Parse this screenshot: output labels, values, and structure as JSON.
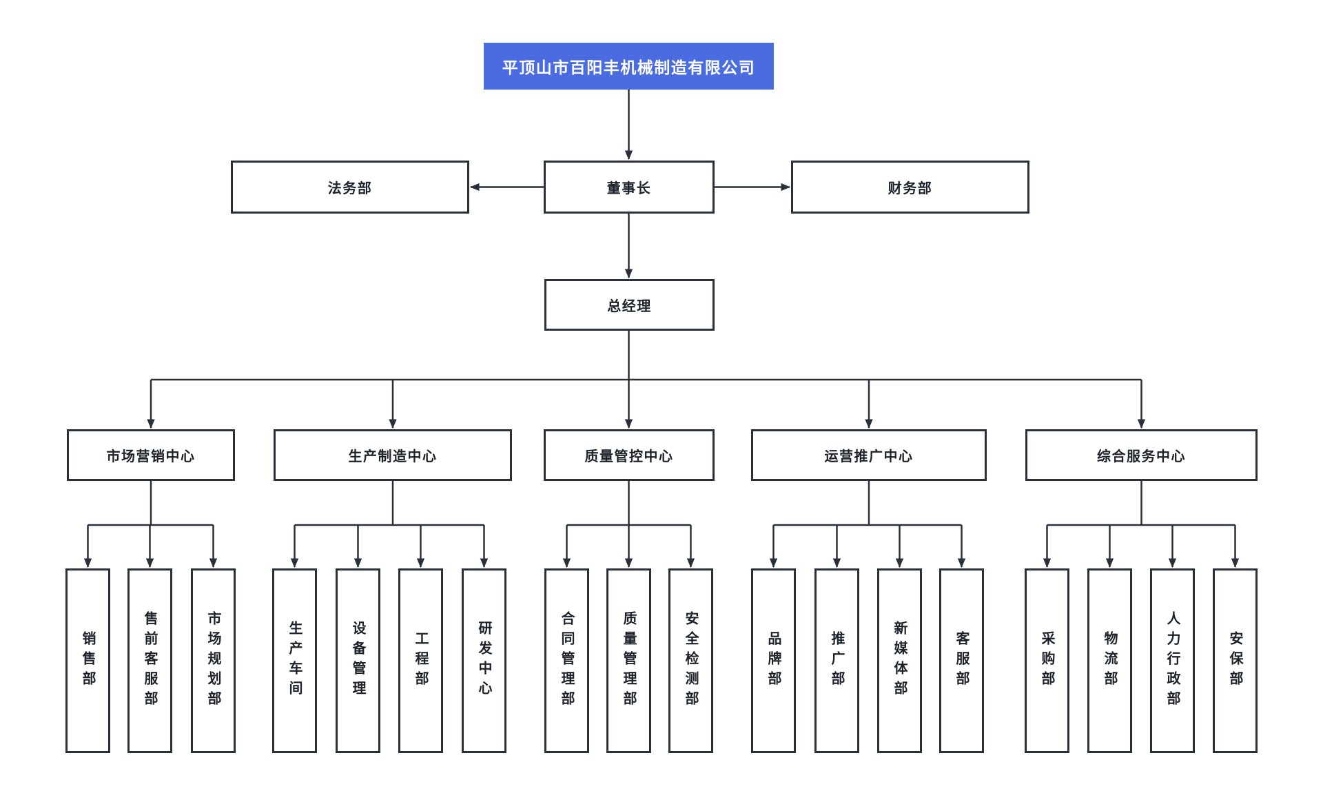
{
  "company": {
    "name": "平顶山市百阳丰机械制造有限公司"
  },
  "executives": {
    "chairman": "董事长",
    "legal": "法务部",
    "finance": "财务部",
    "general_manager": "总经理"
  },
  "centers": [
    {
      "label": "市场营销中心",
      "departments": [
        "销售部",
        "售前客服部",
        "市场规划部"
      ]
    },
    {
      "label": "生产制造中心",
      "departments": [
        "生产车间",
        "设备管理",
        "工程部",
        "研发中心"
      ]
    },
    {
      "label": "质量管控中心",
      "departments": [
        "合同管理部",
        "质量管理部",
        "安全检测部"
      ]
    },
    {
      "label": "运营推广中心",
      "departments": [
        "品牌部",
        "推广部",
        "新媒体部",
        "客服部"
      ]
    },
    {
      "label": "综合服务中心",
      "departments": [
        "采购部",
        "物流部",
        "人力行政部",
        "安保部"
      ]
    }
  ],
  "colors": {
    "root_background": "#4a6ce0",
    "root_text": "#ffffff",
    "box_border": "#2a303a",
    "connector": "#2a303a",
    "text": "#1c212a",
    "page_background": "#ffffff"
  }
}
